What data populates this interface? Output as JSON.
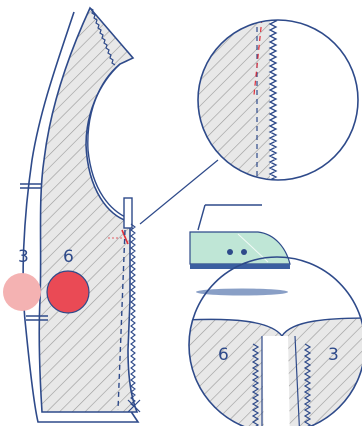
{
  "labels": {
    "front_piece": "6",
    "side_piece": "3",
    "seam_left": "6",
    "seam_right": "3"
  },
  "colors": {
    "outline": "#2e4a8a",
    "hatch": "#9a9a9a",
    "fill": "#e6e6e6",
    "dot_pink": "#f4b2b2",
    "dot_red": "#ea4a55",
    "accent_red": "#e0303a",
    "iron_green": "#bfe6d6",
    "iron_base": "#3b5fa0"
  },
  "icons": [
    "iron-icon",
    "zoom-circle-icon",
    "zigzag-seam-icon"
  ]
}
